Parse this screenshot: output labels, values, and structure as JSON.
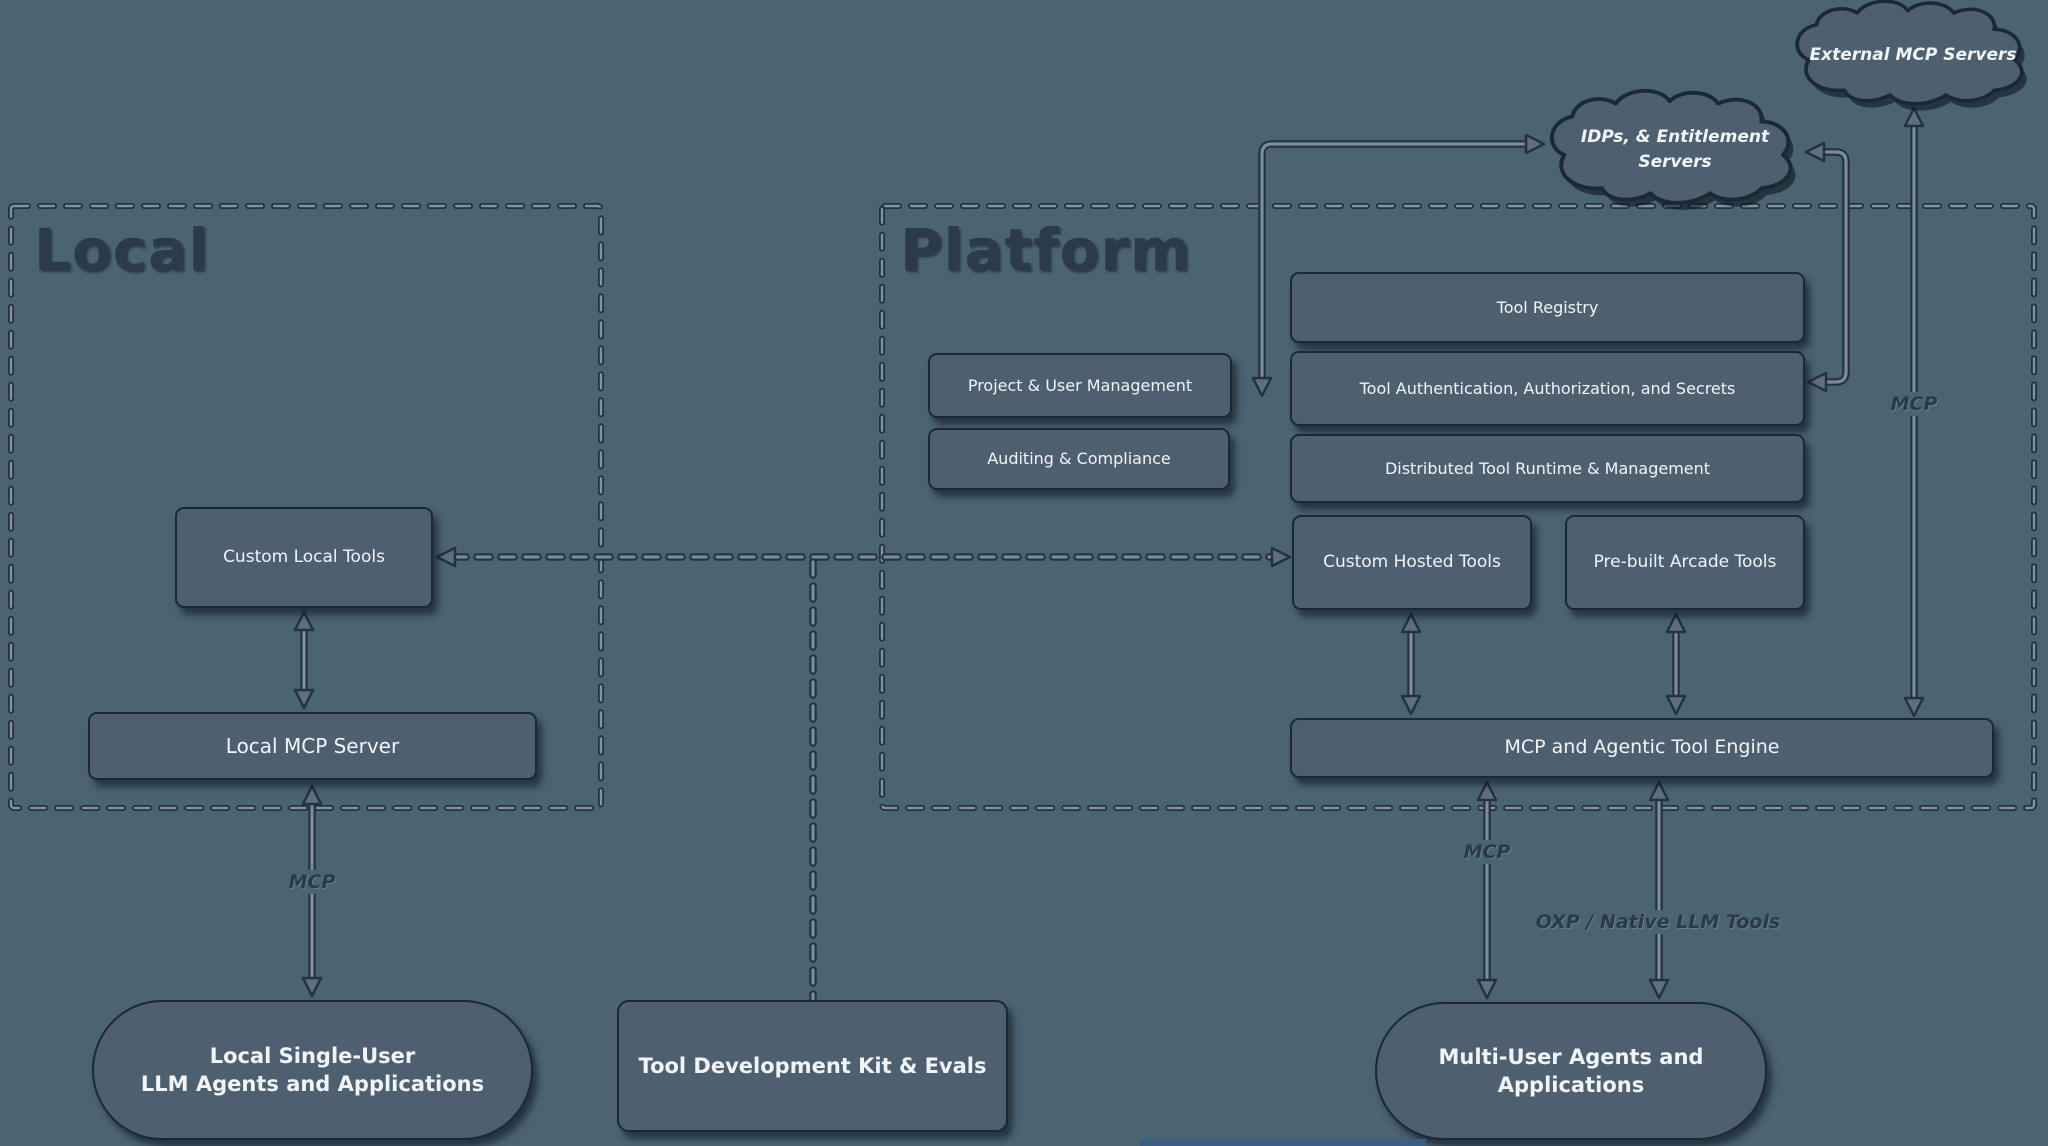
{
  "containers": {
    "local": {
      "title": "Local"
    },
    "platform": {
      "title": "Platform"
    }
  },
  "clouds": {
    "external_mcp": {
      "label": "External MCP Servers"
    },
    "idps": {
      "line1": "IDPs, & Entitlement",
      "line2": "Servers"
    }
  },
  "nodes": {
    "tool_registry": {
      "label": "Tool Registry"
    },
    "tool_auth": {
      "label": "Tool Authentication, Authorization, and Secrets"
    },
    "distributed_runtime": {
      "label": "Distributed Tool Runtime & Management"
    },
    "project_user": {
      "label": "Project & User Management"
    },
    "auditing": {
      "label": "Auditing & Compliance"
    },
    "custom_hosted": {
      "label": "Custom Hosted Tools"
    },
    "prebuilt_arcade": {
      "label": "Pre-built Arcade Tools"
    },
    "engine": {
      "label": "MCP and Agentic Tool Engine"
    },
    "custom_local": {
      "label": "Custom Local Tools"
    },
    "local_mcp_server": {
      "label": "Local MCP Server"
    },
    "stadium_local": {
      "line1": "Local Single-User",
      "line2": "LLM Agents and Applications"
    },
    "tdk": {
      "label": "Tool Development Kit & Evals"
    },
    "stadium_multi": {
      "line1": "Multi-User Agents and",
      "line2": "Applications"
    }
  },
  "edge_labels": {
    "local_mcp_protocol": "MCP",
    "multi_mcp_protocol": "MCP",
    "external_mcp_protocol": "MCP",
    "oxp": "OXP / Native LLM Tools"
  },
  "colors": {
    "bg": "#4b6472",
    "node_fill": "#4e6070",
    "node_border": "#1b2936",
    "text": "#f0f4f7",
    "title": "#2c3b4b",
    "edge_dark": "#243240",
    "edge_light": "#7a8d9a",
    "dash_light": "#7f93a1",
    "head_fill": "#5d7080"
  }
}
